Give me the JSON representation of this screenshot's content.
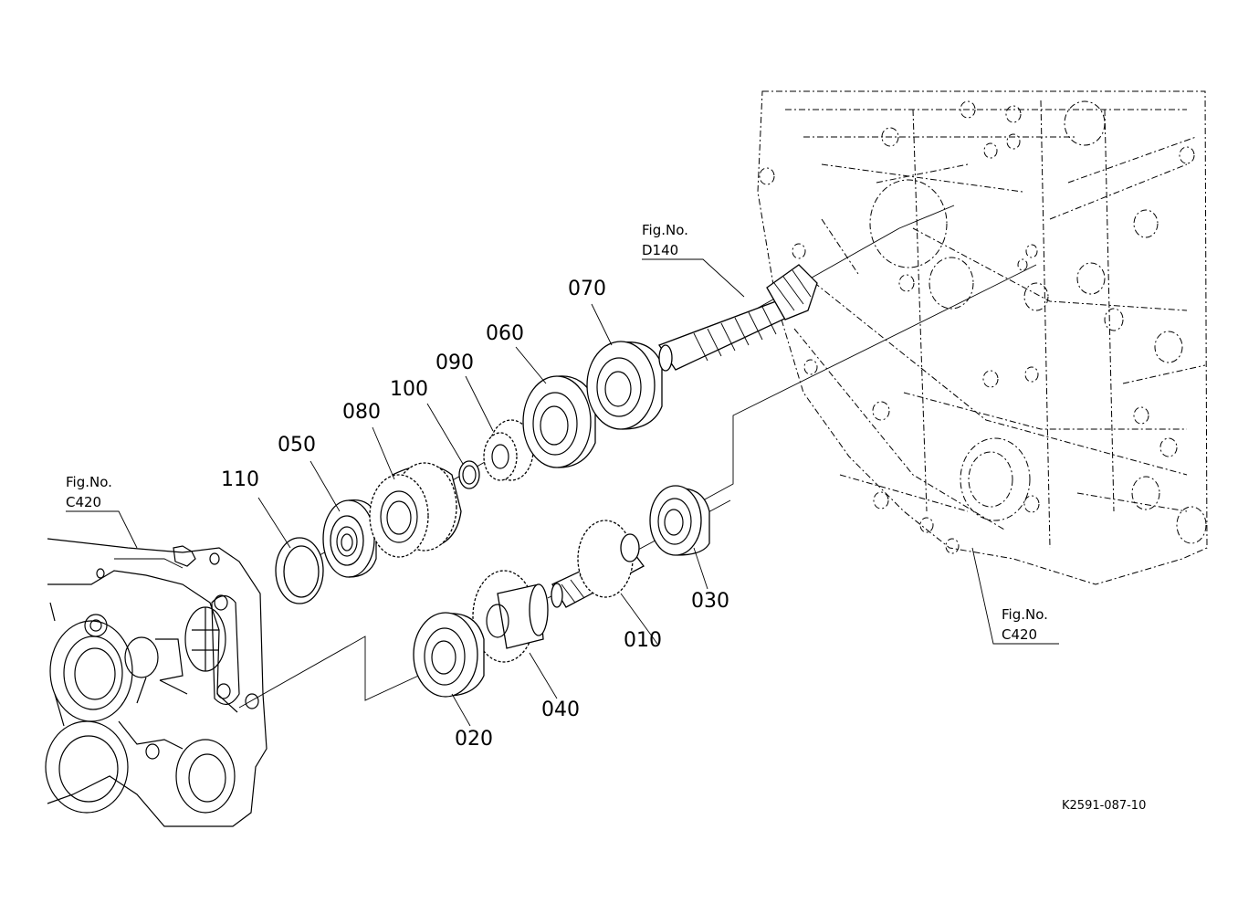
{
  "parts": [
    {
      "id": "010",
      "label": "010"
    },
    {
      "id": "020",
      "label": "020"
    },
    {
      "id": "030",
      "label": "030"
    },
    {
      "id": "040",
      "label": "040"
    },
    {
      "id": "050",
      "label": "050"
    },
    {
      "id": "060",
      "label": "060"
    },
    {
      "id": "070",
      "label": "070"
    },
    {
      "id": "080",
      "label": "080"
    },
    {
      "id": "090",
      "label": "090"
    },
    {
      "id": "100",
      "label": "100"
    },
    {
      "id": "110",
      "label": "110"
    }
  ],
  "figure_refs": [
    {
      "id": "d140",
      "line1": "Fig.No.",
      "line2": "D140"
    },
    {
      "id": "c420-left",
      "line1": "Fig.No.",
      "line2": "C420"
    },
    {
      "id": "c420-right",
      "line1": "Fig.No.",
      "line2": "C420"
    }
  ],
  "drawing_code": "K2591-087-10"
}
